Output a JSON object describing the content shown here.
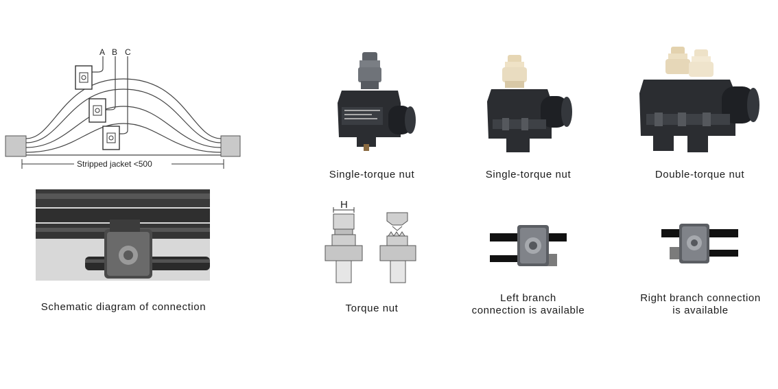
{
  "schematic": {
    "phase_labels": [
      "A",
      "B",
      "C"
    ],
    "jacket_label": "Stripped jacket <500"
  },
  "captions": {
    "connection": "Schematic diagram of connection",
    "single_torque_1": "Single-torque nut",
    "single_torque_2": "Single-torque nut",
    "double_torque": "Double-torque nut",
    "torque_nut": "Torque nut",
    "left_branch_line1": "Left branch",
    "left_branch_line2": "connection is available",
    "right_branch_line1": "Right branch connection",
    "right_branch_line2": "is available"
  },
  "torque_diagram": {
    "dimension_label": "H"
  },
  "colors": {
    "clamp_body": "#2b2d31",
    "nut_grey": "#6f7379",
    "nut_cream": "#e9dcc0",
    "cable_grey": "#c9c9c9"
  }
}
